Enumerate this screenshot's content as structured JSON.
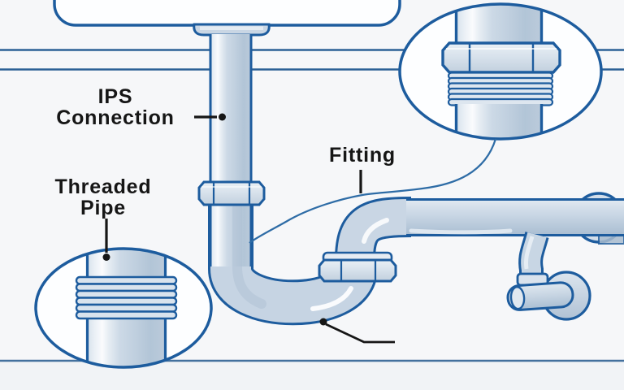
{
  "diagram": {
    "type": "plumbing-under-sink-illustration",
    "labels": {
      "ips_connection": "IPS\nConnection",
      "fitting": "Fitting",
      "threaded_pipe": "Threaded\nPipe"
    },
    "callouts": [
      {
        "id": "fitting-detail",
        "position": "top-right",
        "depicts": "threaded fitting with hex slip nut"
      },
      {
        "id": "threaded-pipe-detail",
        "position": "bottom-left",
        "depicts": "pipe with external threads"
      }
    ],
    "parts": [
      "sink-basin",
      "drain-flange",
      "tailpiece-pipe",
      "tailpiece-slip-nut",
      "p-trap",
      "trap-slip-nut",
      "trap-arm",
      "wall-flange",
      "shutoff-valve",
      "valve-handle"
    ],
    "palette": {
      "background": "#f6f7f9",
      "outline_blue": "#1d5c9e",
      "pipe_fill": "#c7d5e3",
      "pipe_highlight": "#eef3f8",
      "pipe_shadow": "#aec0d3",
      "wall_line": "#2b6096",
      "floor_line": "#44719e",
      "label_text": "#161616"
    }
  }
}
